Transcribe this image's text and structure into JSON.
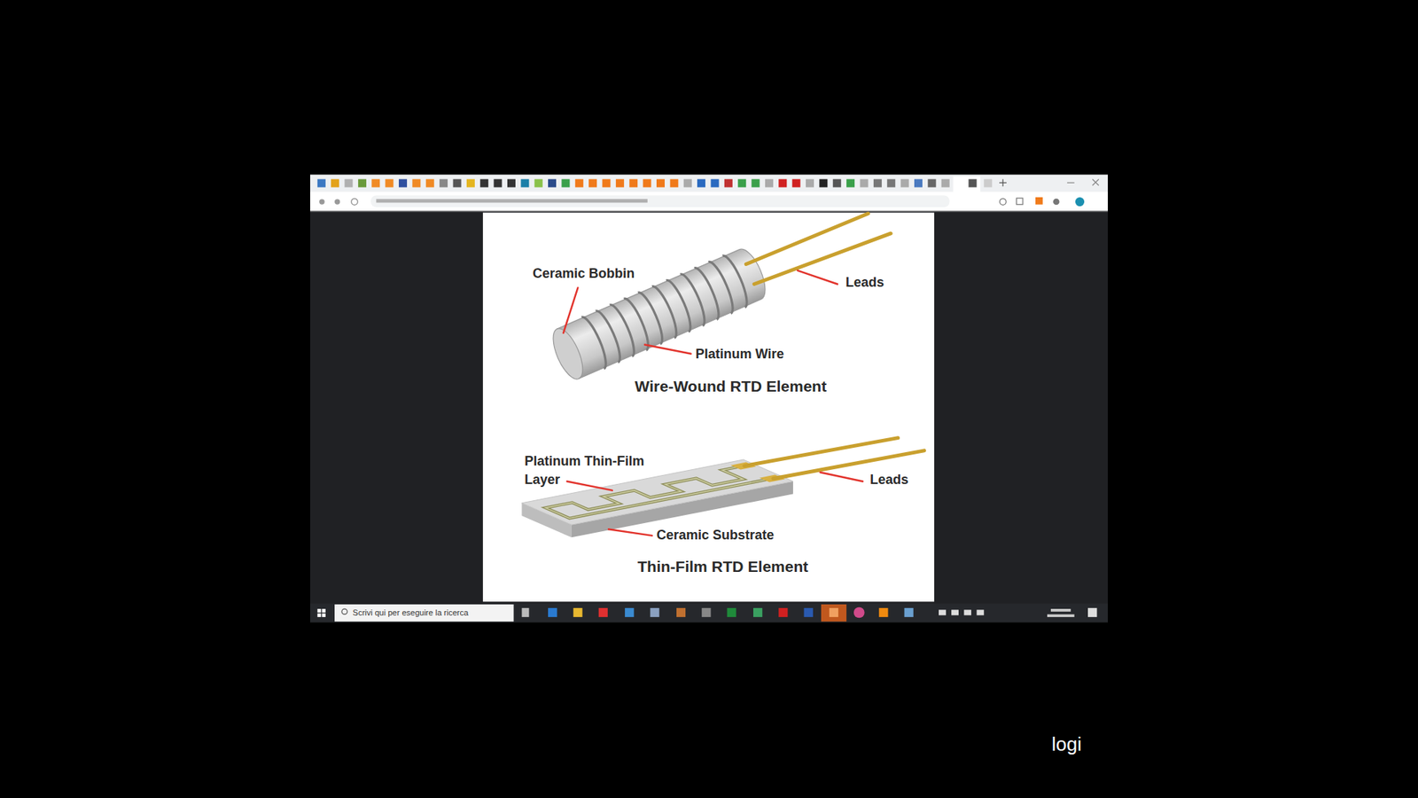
{
  "diagram": {
    "labels": [
      "Ceramic Bobbin",
      "Leads",
      "Platinum Wire",
      "Wire-Wound RTD Element",
      "Platinum Thin-Film Layer",
      "Leads",
      "Ceramic Substrate",
      "Thin-Film RTD Element",
      "Scrivi qui per eseguire la ricerca",
      "logi"
    ]
  }
}
